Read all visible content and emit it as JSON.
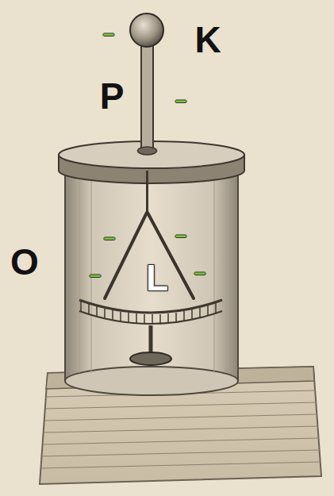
{
  "diagram": {
    "labels": [
      "K",
      "P",
      "O",
      "L",
      "–",
      "–",
      "–",
      "–",
      "–",
      "–"
    ]
  }
}
